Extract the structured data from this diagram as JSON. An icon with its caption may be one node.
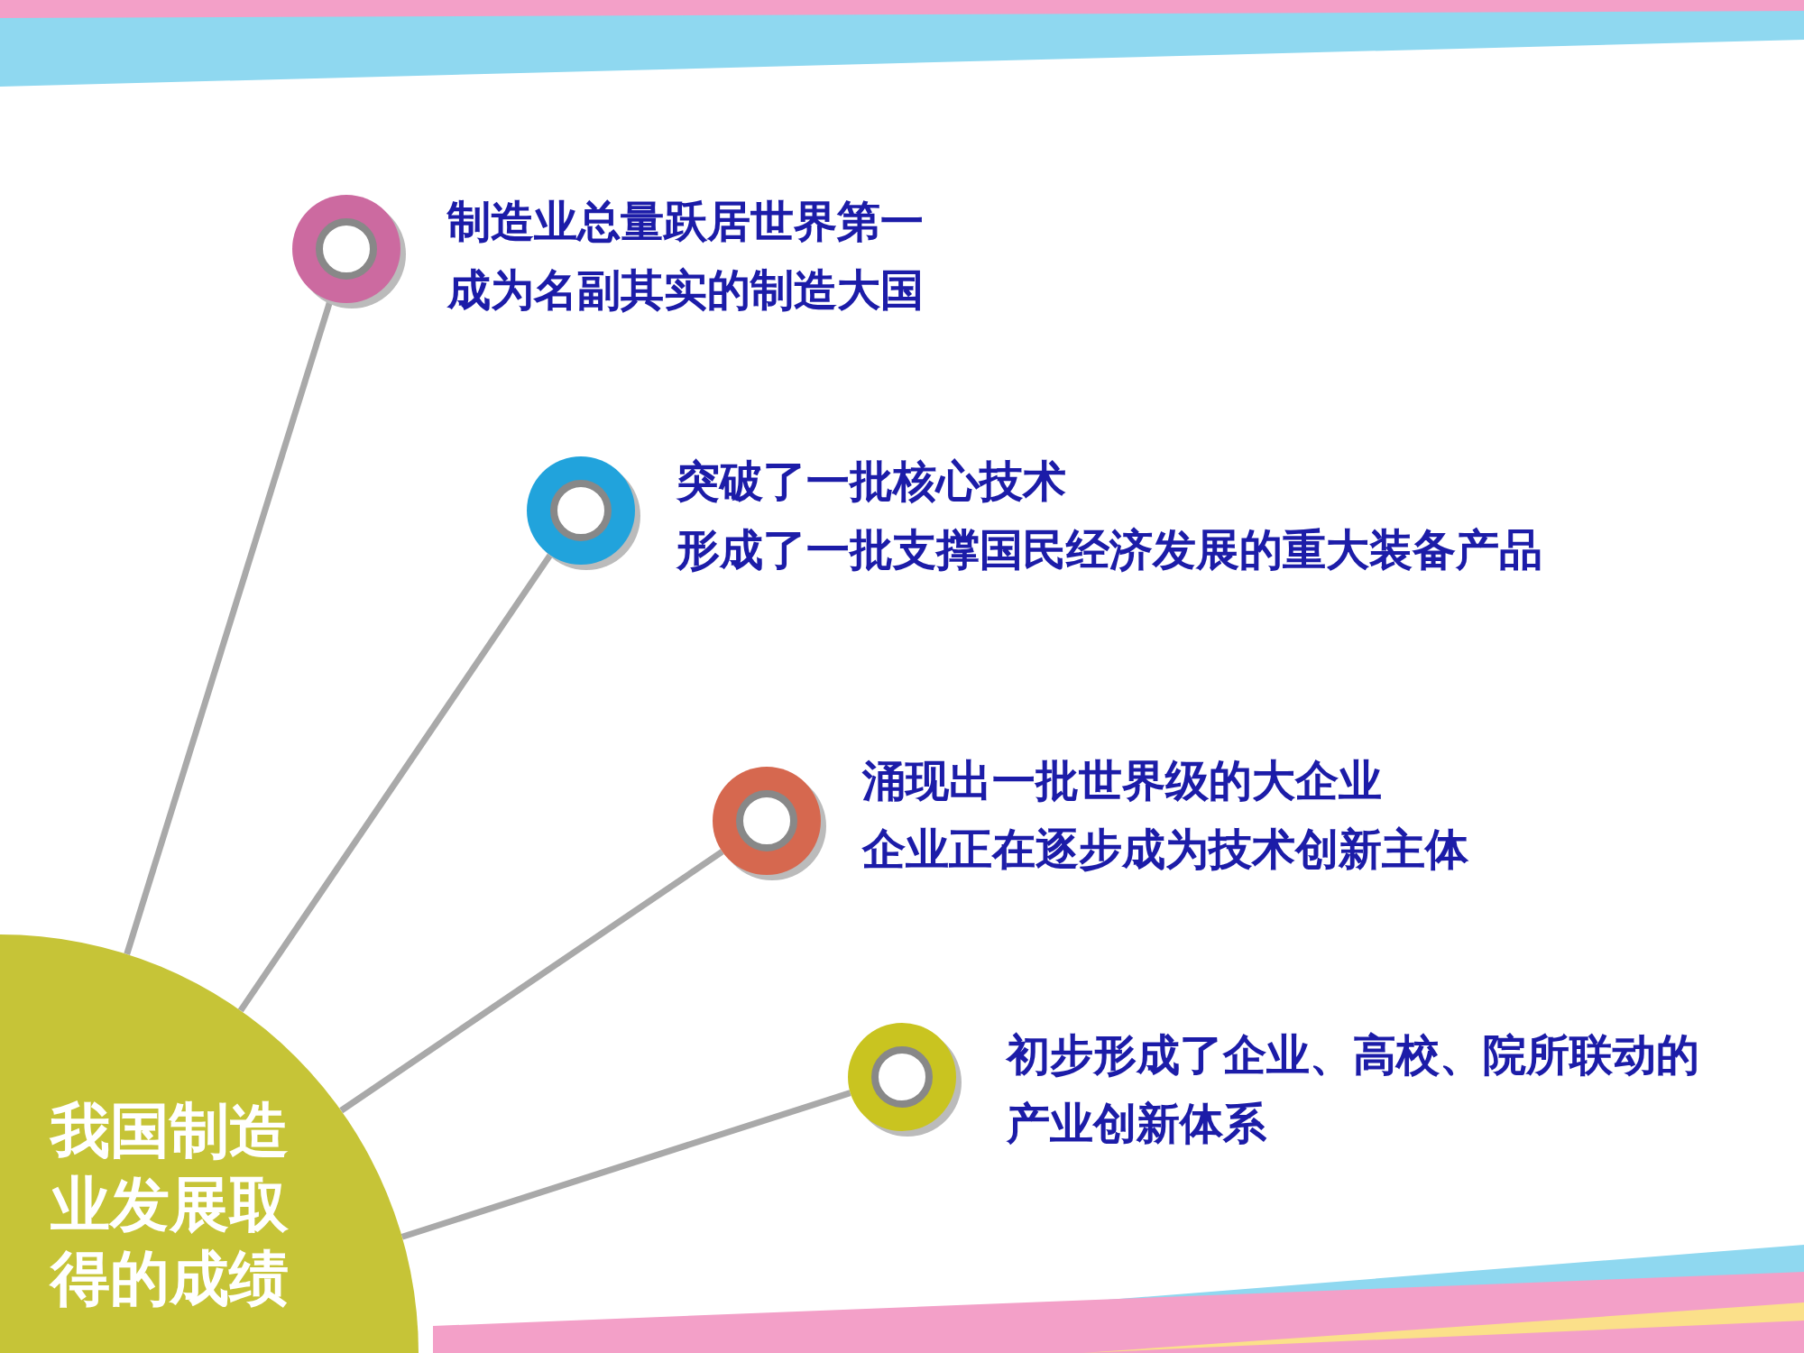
{
  "diagram": {
    "nodes": [
      {
        "text": [
          "我国制造业发展取得的成绩"
        ]
      },
      {
        "text": [],
        "shape": "circle",
        "beside": [
          "制造业总量跃居世界第一",
          "成为名副其实的制造大国"
        ]
      },
      {
        "text": [],
        "shape": "circle",
        "beside": [
          "突破了一批核心技术",
          "形成了一批支撑国民经济发展的重大装备产品"
        ]
      },
      {
        "text": [],
        "shape": "circle",
        "beside": [
          "涌现出一批世界级的大企业",
          "企业正在逐步成为技术创新主体"
        ]
      },
      {
        "text": [],
        "shape": "circle",
        "beside": [
          "初步形成了企业、高校、院所联动的产业创新体系"
        ]
      }
    ],
    "edges": [
      {
        "from": 0,
        "to": 1,
        "arrow": "none"
      },
      {
        "from": 0,
        "to": 2,
        "arrow": "none"
      },
      {
        "from": 0,
        "to": 3,
        "arrow": "none"
      },
      {
        "from": 0,
        "to": 4,
        "arrow": "none"
      }
    ]
  }
}
